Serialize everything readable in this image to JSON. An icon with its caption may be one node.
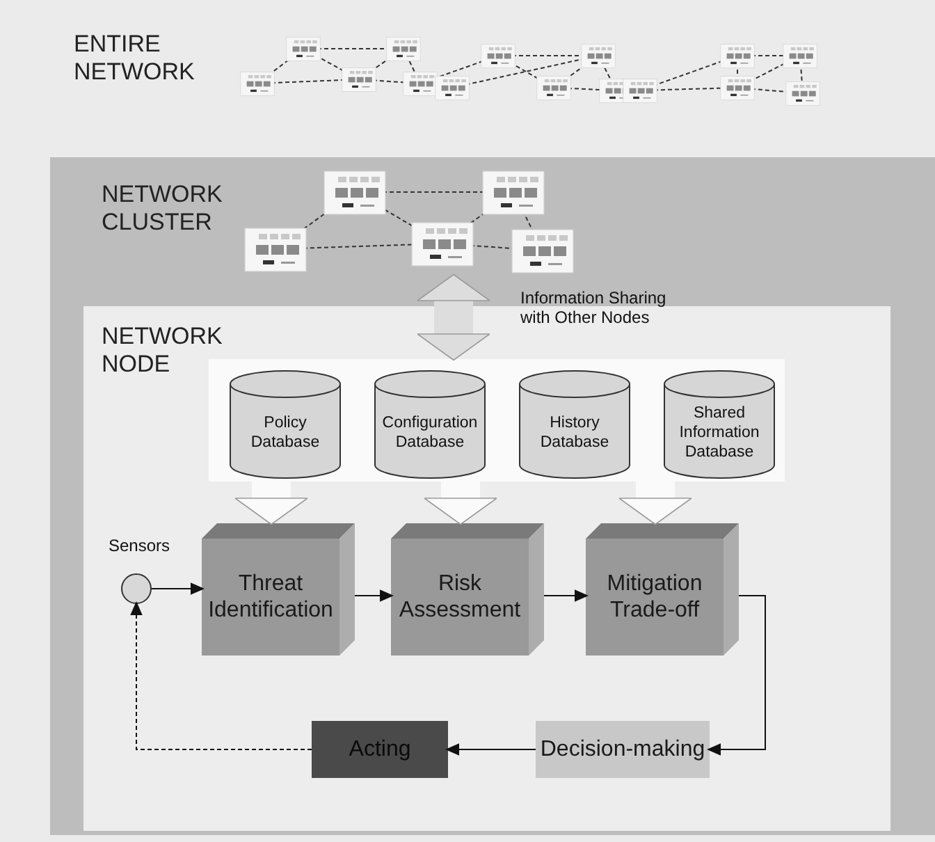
{
  "diagram": {
    "nodes": [
      {
        "text": [
          "ENTIRE NETWORK"
        ]
      },
      {
        "text": [
          "NETWORK CLUSTER"
        ],
        "in": 0
      },
      {
        "text": [],
        "shape": "picture",
        "in": 1
      },
      {
        "text": [
          "NETWORK NODE"
        ],
        "in": 1
      },
      {
        "text": [],
        "shape": "box",
        "in": 3
      },
      {
        "text": [
          "Policy Database"
        ],
        "in": 4
      },
      {
        "text": [
          "Configuration Database"
        ],
        "in": 4
      },
      {
        "text": [
          "History Database"
        ],
        "in": 4
      },
      {
        "text": [
          "Shared Information Database"
        ],
        "in": 4
      },
      {
        "text": [],
        "shape": "circle",
        "beside": [
          "Sensors"
        ],
        "in": 3
      },
      {
        "text": [
          "Threat Identification"
        ],
        "in": 3
      },
      {
        "text": [
          "Risk Assessment"
        ],
        "in": 3
      },
      {
        "text": [
          "Mitigation Trade-off"
        ],
        "in": 3
      },
      {
        "text": [
          "Acting"
        ],
        "in": 3
      },
      {
        "text": [
          "Decision-making"
        ],
        "in": 3
      }
    ],
    "edges": [
      {
        "from": 2,
        "to": 4,
        "arrow": "both",
        "style": "thick",
        "color": "#dddddd",
        "label": "Information Sharing with Other Nodes"
      },
      {
        "from": 4,
        "to": 10,
        "arrow": "to",
        "style": "thick",
        "color": "#fafafa"
      },
      {
        "from": 4,
        "to": 11,
        "arrow": "to",
        "style": "thick",
        "color": "#fafafa"
      },
      {
        "from": 4,
        "to": 12,
        "arrow": "to",
        "style": "thick",
        "color": "#fafafa"
      },
      {
        "from": 9,
        "to": 10,
        "arrow": "to"
      },
      {
        "from": 10,
        "to": 11,
        "arrow": "to"
      },
      {
        "from": 11,
        "to": 12,
        "arrow": "to"
      },
      {
        "from": 12,
        "to": 14,
        "arrow": "to"
      },
      {
        "from": 14,
        "to": 13,
        "arrow": "to"
      },
      {
        "from": 13,
        "to": 9,
        "arrow": "to",
        "style": "dashed"
      }
    ]
  }
}
